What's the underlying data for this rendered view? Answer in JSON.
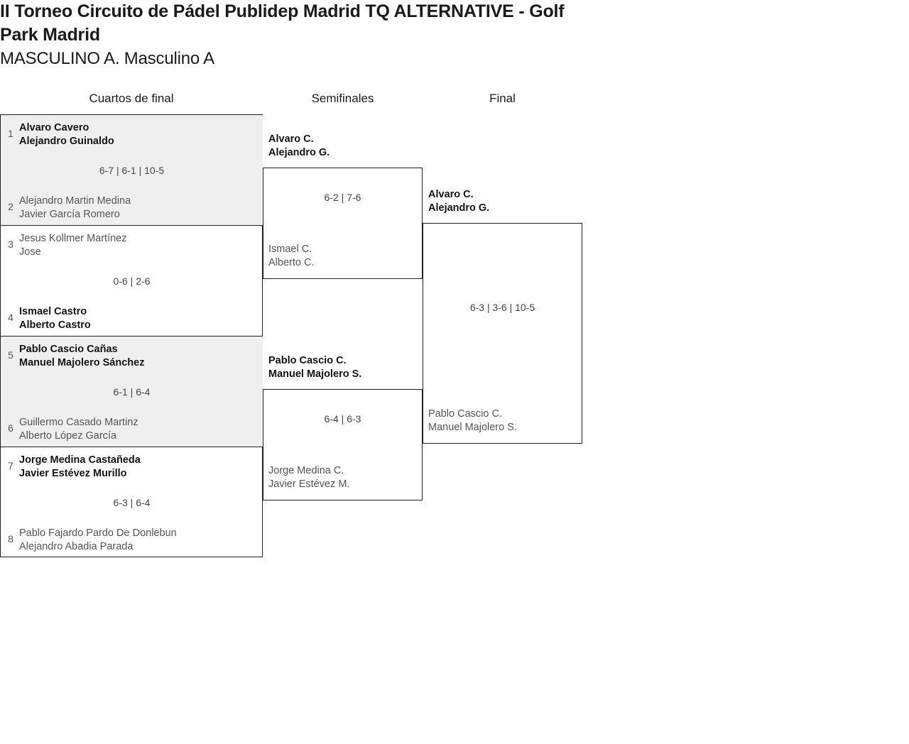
{
  "header": {
    "tournament_line1": "II Torneo Circuito de Pádel Publidep Madrid TQ ALTERNATIVE - Golf",
    "tournament_line2": "Park Madrid",
    "category": "MASCULINO A. Masculino A"
  },
  "colors": {
    "text": "#1a1a1a",
    "winner": "#141414",
    "loser": "#555555",
    "score": "#444444",
    "border": "#231f20",
    "shaded_row": "#efefef",
    "background": "#ffffff"
  },
  "rounds": [
    {
      "label": "Cuartos de final"
    },
    {
      "label": "Semifinales"
    },
    {
      "label": "Final"
    }
  ],
  "quarterfinals": [
    {
      "shaded": true,
      "top": {
        "seed": "1",
        "p1": "Alvaro Cavero",
        "p2": "Alejandro Guinaldo",
        "result": "winner"
      },
      "bottom": {
        "seed": "2",
        "p1": "Alejandro Martin Medina",
        "p2": "Javier García Romero",
        "result": "loser"
      },
      "score": "6-7 | 6-1 | 10-5"
    },
    {
      "shaded": false,
      "top": {
        "seed": "3",
        "p1": "Jesus Kollmer Martínez",
        "p2": "Jose",
        "result": "loser"
      },
      "bottom": {
        "seed": "4",
        "p1": "Ismael Castro",
        "p2": "Alberto Castro",
        "result": "winner"
      },
      "score": "0-6 | 2-6"
    },
    {
      "shaded": true,
      "top": {
        "seed": "5",
        "p1": "Pablo Cascio Cañas",
        "p2": "Manuel Majolero Sánchez",
        "result": "winner"
      },
      "bottom": {
        "seed": "6",
        "p1": "Guillermo Casado Martinz",
        "p2": "Alberto López García",
        "result": "loser"
      },
      "score": "6-1 | 6-4"
    },
    {
      "shaded": false,
      "top": {
        "seed": "7",
        "p1": "Jorge Medina Castañeda",
        "p2": "Javier Estévez Murillo",
        "result": "winner"
      },
      "bottom": {
        "seed": "8",
        "p1": "Pablo Fajardo Pardo De Donlebun",
        "p2": "Alejandro Abadia Parada",
        "result": "loser"
      },
      "score": "6-3 | 6-4"
    }
  ],
  "semifinals": [
    {
      "winner": {
        "p1": "Alvaro C.",
        "p2": "Alejandro G."
      },
      "loser": {
        "p1": "Ismael C.",
        "p2": "Alberto C."
      },
      "score": "6-2 | 7-6"
    },
    {
      "winner": {
        "p1": "Pablo Cascio C.",
        "p2": "Manuel Majolero S."
      },
      "loser": {
        "p1": "Jorge Medina C.",
        "p2": "Javier Estévez M."
      },
      "score": "6-4 | 6-3"
    }
  ],
  "final": {
    "winner": {
      "p1": "Alvaro C.",
      "p2": "Alejandro G."
    },
    "loser": {
      "p1": "Pablo Cascio C.",
      "p2": "Manuel Majolero S."
    },
    "score": "6-3 | 3-6 | 10-5"
  }
}
